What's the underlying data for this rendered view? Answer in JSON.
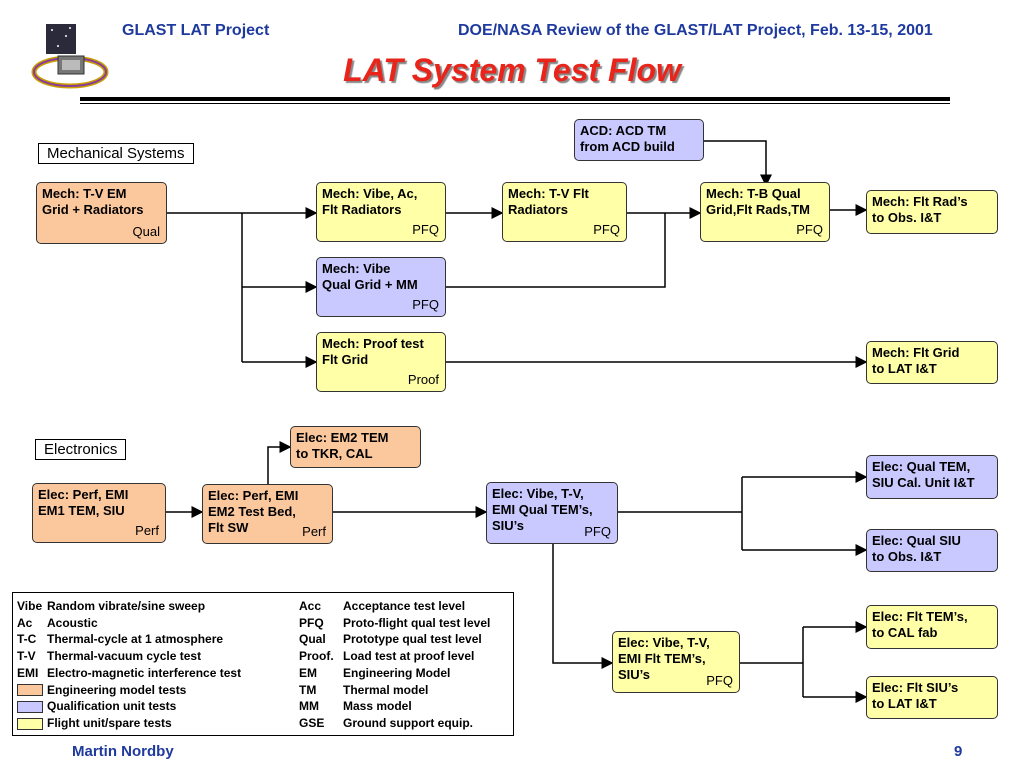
{
  "header": {
    "project": "GLAST LAT Project",
    "review": "DOE/NASA Review of the GLAST/LAT Project, Feb. 13-15, 2001",
    "title": "LAT System Test Flow"
  },
  "sections": {
    "mechanical": "Mechanical Systems",
    "electronics": "Electronics"
  },
  "boxes": {
    "acd": {
      "l1": "ACD:  ACD TM",
      "l2": "from ACD build"
    },
    "mech_tv_em": {
      "l1": "Mech:  T-V EM",
      "l2": "Grid + Radiators",
      "tag": "Qual"
    },
    "mech_vibe_ac": {
      "l1": "Mech:  Vibe, Ac,",
      "l2": "Flt Radiators",
      "tag": "PFQ"
    },
    "mech_tv_flt": {
      "l1": "Mech:  T-V Flt",
      "l2": "Radiators",
      "tag": "PFQ"
    },
    "mech_tb_qual": {
      "l1": "Mech:  T-B Qual",
      "l2": "Grid,Flt Rads,TM",
      "tag": "PFQ"
    },
    "mech_flt_rads": {
      "l1": "Mech:  Flt Rad’s",
      "l2": "to Obs. I&T"
    },
    "mech_vibe_qual": {
      "l1": "Mech:  Vibe",
      "l2": "Qual Grid + MM",
      "tag": "PFQ"
    },
    "mech_proof": {
      "l1": "Mech:  Proof test",
      "l2": "Flt Grid",
      "tag": "Proof"
    },
    "mech_flt_grid": {
      "l1": "Mech:  Flt Grid",
      "l2": "to  LAT I&T"
    },
    "elec_em2_tem": {
      "l1": "Elec:  EM2 TEM",
      "l2": "to TKR, CAL"
    },
    "elec_perf_em1": {
      "l1": "Elec:  Perf, EMI",
      "l2": "EM1 TEM, SIU",
      "tag": "Perf"
    },
    "elec_perf_em2": {
      "l1": "Elec:  Perf, EMI",
      "l2": "EM2 Test Bed,",
      "l3": "Flt SW",
      "tag": "Perf"
    },
    "elec_vibe_qual": {
      "l1": "Elec:  Vibe, T-V,",
      "l2": "EMI Qual TEM’s,",
      "l3": "SIU’s",
      "tag": "PFQ"
    },
    "elec_vibe_flt": {
      "l1": "Elec:  Vibe, T-V,",
      "l2": "EMI Flt TEM’s,",
      "l3": "SIU’s",
      "tag": "PFQ"
    },
    "elec_qual_tem": {
      "l1": "Elec:  Qual TEM,",
      "l2": "SIU Cal. Unit I&T"
    },
    "elec_qual_siu": {
      "l1": "Elec:  Qual SIU",
      "l2": "to Obs. I&T"
    },
    "elec_flt_tems": {
      "l1": "Elec:  Flt TEM’s,",
      "l2": "to CAL fab"
    },
    "elec_flt_sius": {
      "l1": "Elec:  Flt SIU’s",
      "l2": "to LAT I&T"
    }
  },
  "legend": {
    "rows": [
      {
        "a": "Vibe",
        "ad": "Random vibrate/sine sweep",
        "b": "Acc",
        "bd": "Acceptance test level"
      },
      {
        "a": "Ac",
        "ad": "Acoustic",
        "b": "PFQ",
        "bd": "Proto-flight qual test level"
      },
      {
        "a": "T-C",
        "ad": "Thermal-cycle at 1 atmosphere",
        "b": "Qual",
        "bd": "Prototype qual test level"
      },
      {
        "a": "T-V",
        "ad": "Thermal-vacuum cycle test",
        "b": "Proof.",
        "bd": "Load test at proof level"
      },
      {
        "a": "EMI",
        "ad": "Electro-magnetic interference test",
        "b": "EM",
        "bd": "Engineering Model"
      }
    ],
    "swatches": [
      {
        "label": "Engineering model tests",
        "color": "#fbc89e",
        "b": "TM",
        "bd": "Thermal model"
      },
      {
        "label": "Qualification unit tests",
        "color": "#c9c9ff",
        "b": "MM",
        "bd": "Mass model"
      },
      {
        "label": "Flight unit/spare tests",
        "color": "#ffffa8",
        "b": "GSE",
        "bd": "Ground support equip."
      }
    ]
  },
  "footer": {
    "author": "Martin Nordby",
    "page": "9"
  }
}
